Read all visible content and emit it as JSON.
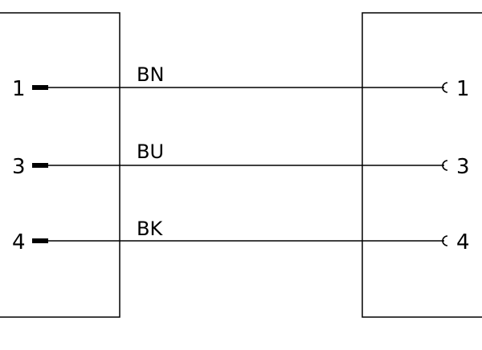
{
  "diagram": {
    "left_connector": {
      "pins": [
        {
          "label": "1"
        },
        {
          "label": "3"
        },
        {
          "label": "4"
        }
      ]
    },
    "right_connector": {
      "pins": [
        {
          "label": "1"
        },
        {
          "label": "3"
        },
        {
          "label": "4"
        }
      ]
    },
    "wires": [
      {
        "color_code": "BN"
      },
      {
        "color_code": "BU"
      },
      {
        "color_code": "BK"
      }
    ],
    "colors": {
      "line": "#000000",
      "background": "#ffffff"
    }
  }
}
